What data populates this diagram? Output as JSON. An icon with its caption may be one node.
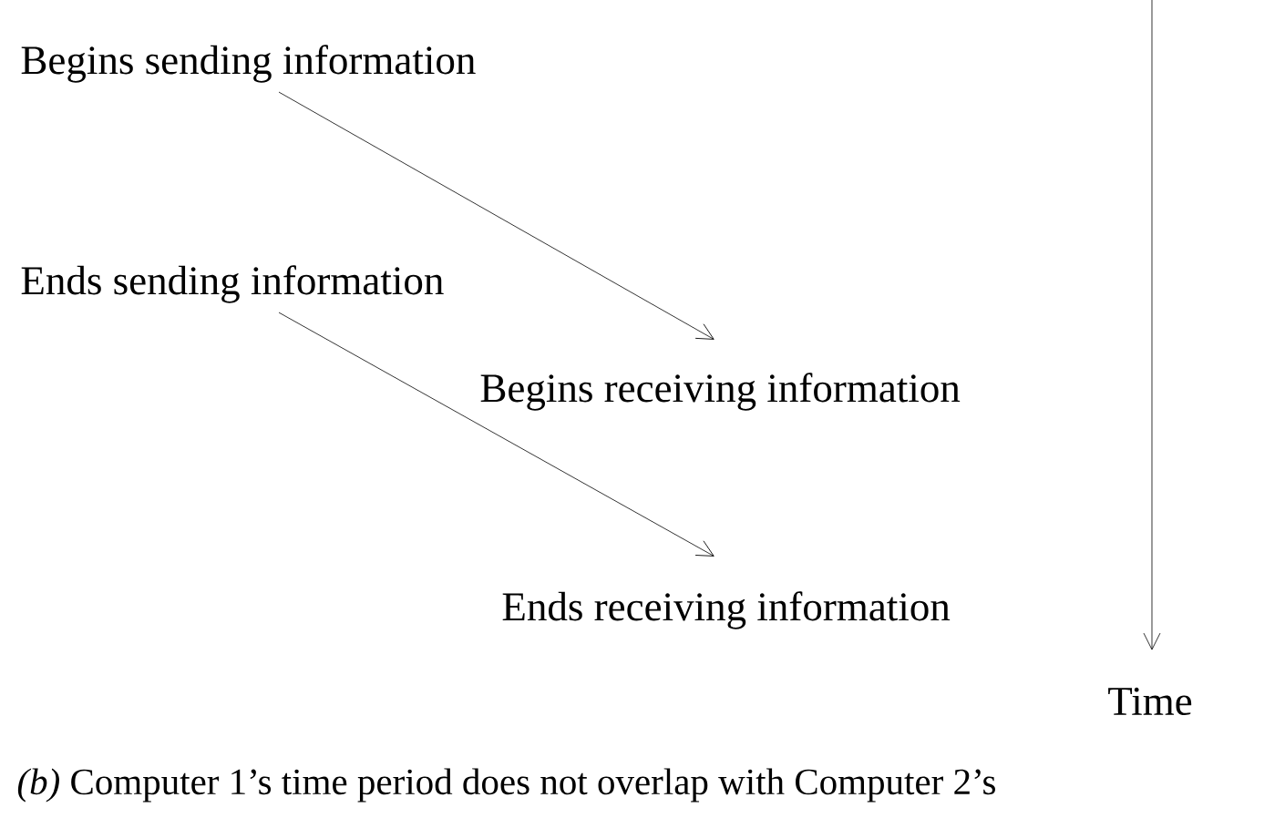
{
  "diagram": {
    "caption": "*(b)* Computer 1’s time period does not overlap with Computer 2’s",
    "nodes": [
      {
        "text": [
          "Begins sending information"
        ]
      },
      {
        "text": [
          "Ends sending information"
        ]
      },
      {
        "text": [
          "Begins receiving information"
        ]
      },
      {
        "text": [
          "Ends receiving information"
        ]
      }
    ],
    "edges": [
      {
        "from": 0,
        "to": 2,
        "arrow": "to"
      },
      {
        "from": 1,
        "to": 3,
        "arrow": "to"
      }
    ],
    "labels": [
      "Time"
    ]
  }
}
